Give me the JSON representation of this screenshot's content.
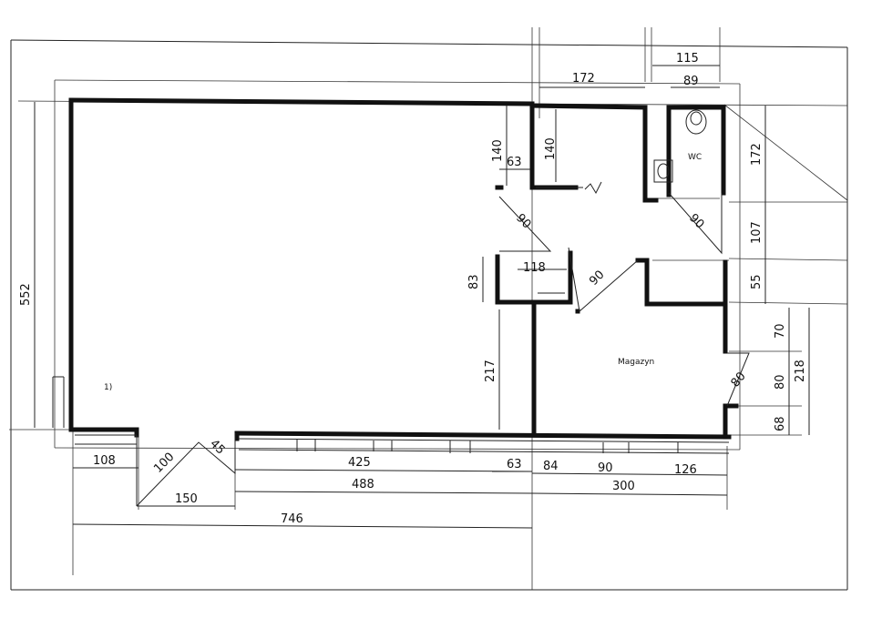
{
  "rooms": {
    "wc": "WC",
    "storage": "Magazyn",
    "main_marker": "1)"
  },
  "dimensions": {
    "top_172": "172",
    "top_115": "115",
    "top_89": "89",
    "left_552": "552",
    "inner_140a": "140",
    "inner_140b": "140",
    "inner_63": "63",
    "door_90a": "90",
    "door_90b": "90",
    "door_90c": "90",
    "inner_118": "118",
    "inner_83": "83",
    "inner_217": "217",
    "door_80": "80",
    "right_172": "172",
    "right_107": "107",
    "right_55": "55",
    "right_70": "70",
    "right_80": "80",
    "right_68": "68",
    "right_218": "218",
    "bottom_108": "108",
    "bottom_100": "100",
    "bottom_45": "45",
    "bottom_150": "150",
    "bottom_425": "425",
    "bottom_488": "488",
    "bottom_63": "63",
    "bottom_84": "84",
    "bottom_90": "90",
    "bottom_126": "126",
    "bottom_300": "300",
    "bottom_746": "746"
  }
}
